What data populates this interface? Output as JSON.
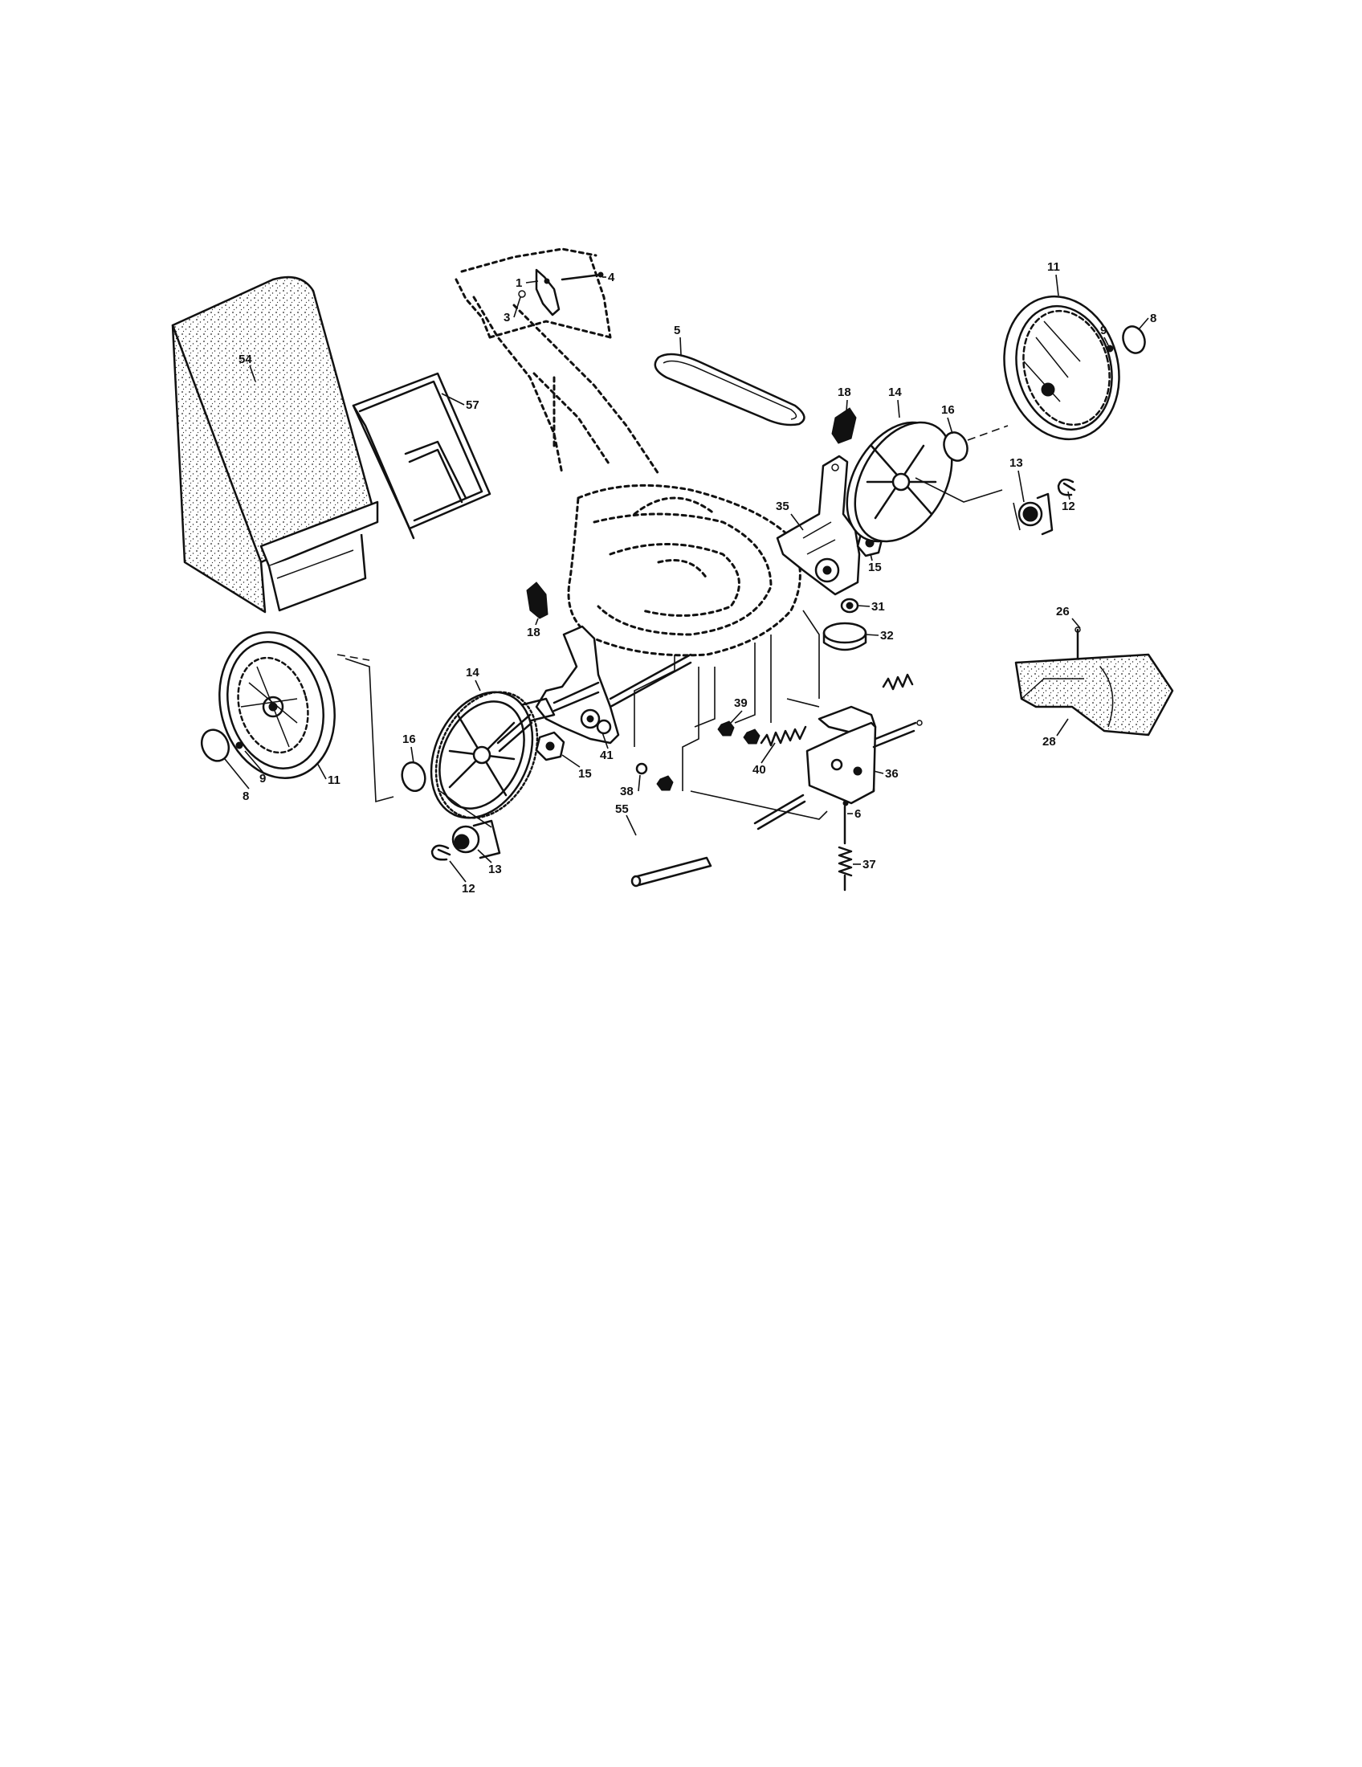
{
  "diagram": {
    "type": "exploded-parts-diagram",
    "callouts": [
      {
        "id": "c1",
        "label": "1"
      },
      {
        "id": "c3",
        "label": "3"
      },
      {
        "id": "c4",
        "label": "4"
      },
      {
        "id": "c5",
        "label": "5"
      },
      {
        "id": "c54",
        "label": "54"
      },
      {
        "id": "c57",
        "label": "57"
      },
      {
        "id": "c18a",
        "label": "18"
      },
      {
        "id": "c14a",
        "label": "14"
      },
      {
        "id": "c16a",
        "label": "16"
      },
      {
        "id": "c11a",
        "label": "11"
      },
      {
        "id": "c9a",
        "label": "9"
      },
      {
        "id": "c8a",
        "label": "8"
      },
      {
        "id": "c13a",
        "label": "13"
      },
      {
        "id": "c12a",
        "label": "12"
      },
      {
        "id": "c35",
        "label": "35"
      },
      {
        "id": "c15a",
        "label": "15"
      },
      {
        "id": "c31",
        "label": "31"
      },
      {
        "id": "c32",
        "label": "32"
      },
      {
        "id": "c26",
        "label": "26"
      },
      {
        "id": "c28",
        "label": "28"
      },
      {
        "id": "c18b",
        "label": "18"
      },
      {
        "id": "c14b",
        "label": "14"
      },
      {
        "id": "c41",
        "label": "41"
      },
      {
        "id": "c15b",
        "label": "15"
      },
      {
        "id": "c39",
        "label": "39"
      },
      {
        "id": "c38",
        "label": "38"
      },
      {
        "id": "c40",
        "label": "40"
      },
      {
        "id": "c36",
        "label": "36"
      },
      {
        "id": "c6",
        "label": "6"
      },
      {
        "id": "c37",
        "label": "37"
      },
      {
        "id": "c55",
        "label": "55"
      },
      {
        "id": "c16b",
        "label": "16"
      },
      {
        "id": "c11b",
        "label": "11"
      },
      {
        "id": "c9b",
        "label": "9"
      },
      {
        "id": "c8b",
        "label": "8"
      },
      {
        "id": "c13b",
        "label": "13"
      },
      {
        "id": "c12b",
        "label": "12"
      }
    ]
  }
}
